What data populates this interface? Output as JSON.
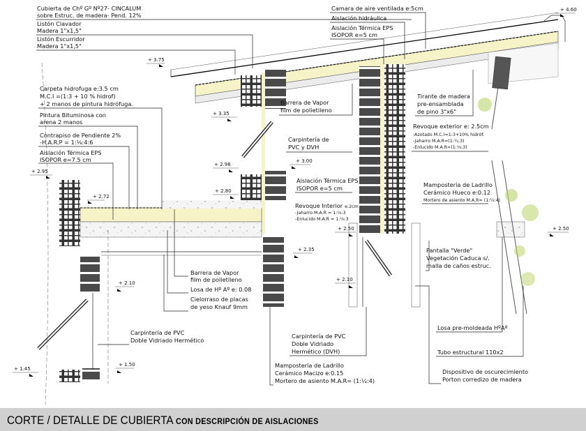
{
  "labels": {
    "cubierta": [
      "Cubierta de Chº Gº Nº27- CINCALUM",
      "sobre Estruc. de madera- Pend. 12%"
    ],
    "liston_clavador": [
      "Listón Clavador",
      "Madera  1\"x1,5\""
    ],
    "liston_escurridor": [
      "Listón Escurridor",
      "Madera  1\"x1,5\""
    ],
    "carpeta": [
      "Carpeta hidrofuga e:3.5 cm",
      "M.C.I =(1:3 + 10 % hidrof)",
      "+ 2 manos de pintura hidrófuga."
    ],
    "pintura": [
      "Pintura Bituminosa con",
      "arena 2 manos"
    ],
    "contrapiso": [
      "Contrapiso de Pendiente 2%",
      "-H.A.R.P = 1:⅛:4:6"
    ],
    "aislacion_75": [
      "Aislación Térmica EPS",
      "ISOPOR e=7.5 cm"
    ],
    "camara": "Camara de aire ventilada e:5cm",
    "aislacion_hidraulica": "Aislación hidráulica",
    "aislacion_5_roof": [
      "Aislación Térmica EPS",
      "ISOPOR e=5 cm"
    ],
    "barrera_top": [
      "Barrera de Vapor",
      "film de polietileno"
    ],
    "tirante": [
      "Tirante de madera",
      "pre-ensamblada",
      "de pino 3\"x6\""
    ],
    "carpinteria_pvc_dvh": [
      "Carpintería de",
      "PVC y DVH"
    ],
    "revoque_ext": [
      "Revoque exterior e: 2.5cm",
      "-Azotado M.C.I=1:3+10% hidróf.",
      "-Jaharro M.A.R=(1:¼:3)",
      "-Enlucido M.A.R=(1:⅛:3)"
    ],
    "aislacion_5_wall": [
      "Aislación Térmica EPS",
      "ISOPOR e=5 cm"
    ],
    "mamposteria_hueco": [
      "Mampostería de Ladrillo",
      "Cerámico  Hueco e:0.12",
      "Mortero de asiento M.A.R= (1:¼:4)"
    ],
    "revoque_int": [
      "Revoque Interior",
      "e:2cm",
      "-Jaharro  M.A.R = 1:⅛:3",
      "-Enlucido M.A.R = 1:⅛:3"
    ],
    "pantalla": [
      "Pantalla \"Verde\"",
      "Vegetación Caduca s/.",
      "malla de caños estruc."
    ],
    "barrera_bottom": [
      "Barrera de Vapor",
      "film de polietileno"
    ],
    "losa": "Losa de Hº Aº e: 0.08",
    "cielorraso": [
      "Cielorraso de placas",
      "de yeso Knauf 9mm"
    ],
    "carpinteria_left": [
      "Carpintería de PVC",
      "Doble Vidriado Hermético"
    ],
    "carpinteria_center": [
      "Carpintería de PVC",
      "Doble Vidriado",
      "Hermético (DVH)"
    ],
    "losa_premoldeada": "Losa pre-moldeada HºAº",
    "tubo": "Tubo estructural 110x2",
    "mamposteria_macizo": [
      "Mampostería de Ladrillo",
      "Cerámico  Macizo e:0.15",
      "Mortero de asiento M.A.R= (1:¼:4)"
    ],
    "dispositivo": [
      "Dispositivo de oscurecimiento",
      "Porton corredizo de madera"
    ]
  },
  "levels": {
    "l375": "+ 3.75",
    "l460": "+ 4.60",
    "l295": "+ 2.95",
    "l272": "+ 2.72",
    "l335": "+ 3.35",
    "l298": "+ 2.98",
    "l300": "+ 3.00",
    "l280": "+ 2.80",
    "l250a": "+ 2.50",
    "l250b": "+ 2.50",
    "l235": "+ 2.35",
    "l210a": "+ 2.10",
    "l210b": "+ 2.10",
    "l145": "+ 1.45",
    "l150": "+ 1.50"
  },
  "footer": {
    "title": "CORTE / DETALLE DE CUBIERTA",
    "subtitle": "CON DESCRIPCIÓN DE AISLACIONES"
  },
  "colors": {
    "insulation": "#f7f3c8",
    "block": "#4a4a4a",
    "vegetation": "#b9d36a",
    "footer_bg": "#d0d0d0"
  }
}
